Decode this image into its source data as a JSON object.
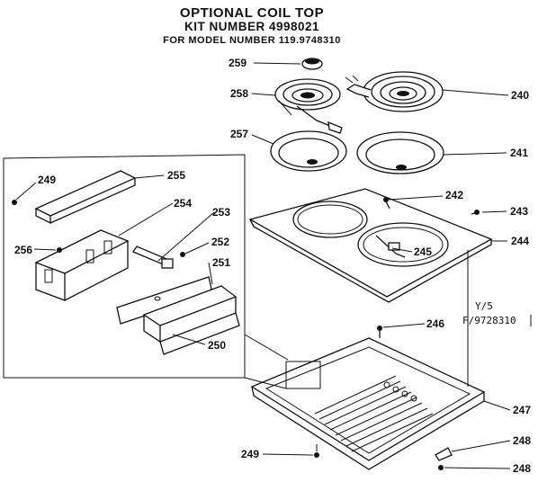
{
  "header": {
    "line1": "OPTIONAL COIL TOP",
    "line2": "KIT NUMBER 4998021",
    "line3": "FOR MODEL NUMBER 119.9748310"
  },
  "catalog_ref": {
    "line1": "Y/5",
    "line2": "F/9728310"
  },
  "parts": {
    "p259": "259",
    "p258": "258",
    "p240": "240",
    "p257": "257",
    "p241": "241",
    "p242": "242",
    "p243": "243",
    "p244": "244",
    "p245": "245",
    "p246": "246",
    "p247": "247",
    "p248a": "248",
    "p248b": "248",
    "p249a": "249",
    "p249b": "249",
    "p250": "250",
    "p251": "251",
    "p252": "252",
    "p253": "253",
    "p254": "254",
    "p255": "255",
    "p256": "256"
  }
}
